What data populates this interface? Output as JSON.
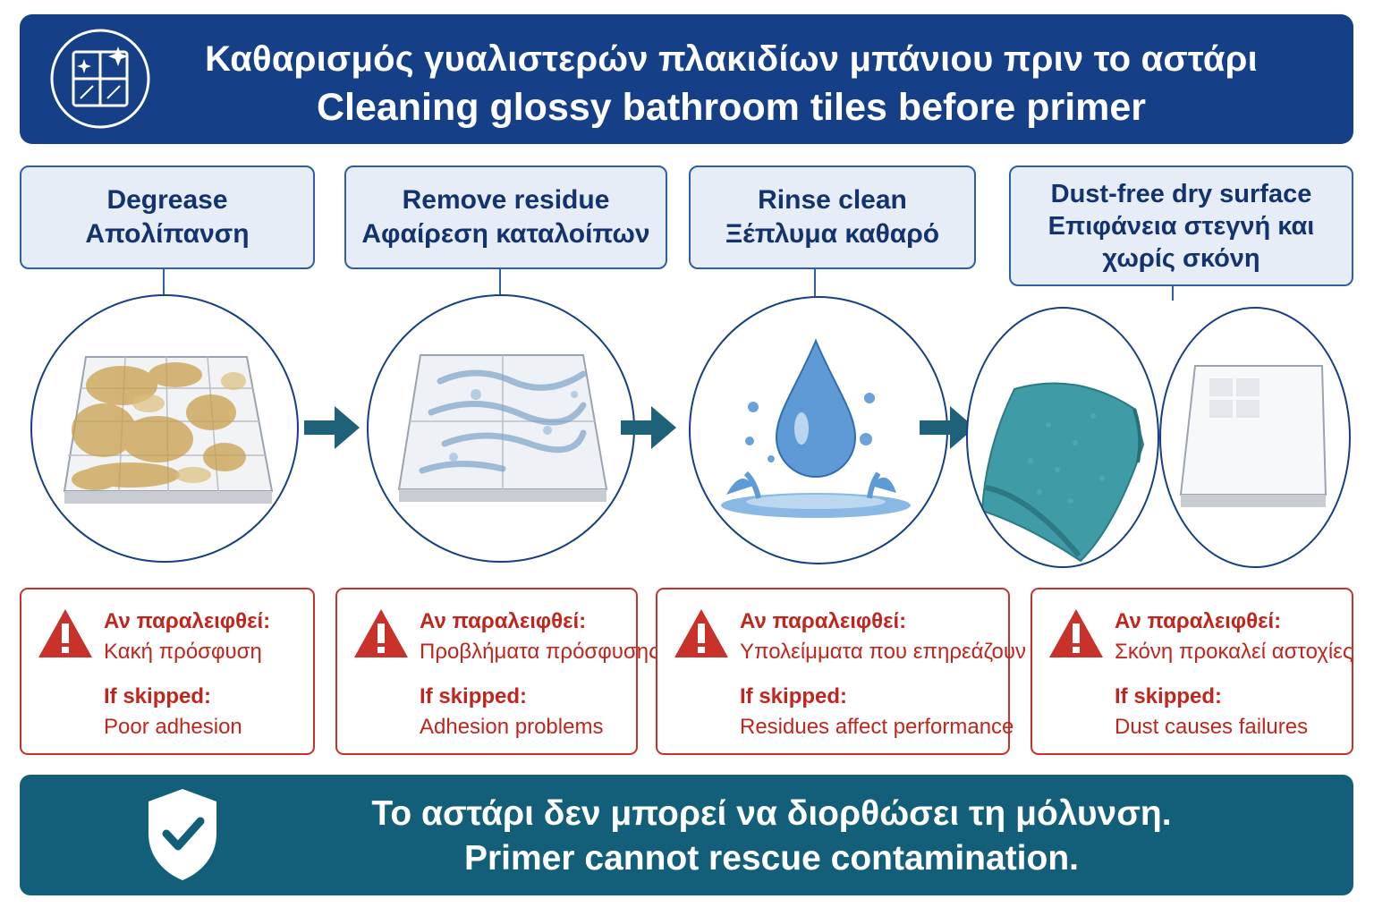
{
  "header": {
    "title_gr": "Καθαρισμός γυαλιστερών πλακιδίων μπάνιου πριν το αστάρι",
    "title_en": "Cleaning glossy bathroom tiles before primer",
    "logo_icon": "tile-sparkle-icon"
  },
  "steps": [
    {
      "en": "Degrease",
      "gr": "Απολίπανση",
      "illustration": "greasy-tile"
    },
    {
      "en": "Remove residue",
      "gr": "Αφαίρεση καταλοίπων",
      "illustration": "residue-tile"
    },
    {
      "en": "Rinse clean",
      "gr": "Ξέπλυμα καθαρό",
      "illustration": "water-drop"
    },
    {
      "en": "Dust-free dry surface",
      "gr_line1": "Επιφάνεια στεγνή και",
      "gr_line2": "χωρίς σκόνη",
      "illustration": "microfiber-cloth-and-clean-tile"
    }
  ],
  "warnings": [
    {
      "label_gr": "Αν παραλειφθεί:",
      "text_gr": "Κακή πρόσφυση",
      "label_en": "If skipped:",
      "text_en": "Poor adhesion"
    },
    {
      "label_gr": "Αν παραλειφθεί:",
      "text_gr": "Προβλήματα πρόσφυσης",
      "label_en": "If skipped:",
      "text_en": "Adhesion problems"
    },
    {
      "label_gr": "Αν παραλειφθεί:",
      "text_gr": "Υπολείμματα που επηρεάζουν",
      "label_en": "If skipped:",
      "text_en": "Residues affect performance"
    },
    {
      "label_gr": "Αν παραλειφθεί:",
      "text_gr": "Σκόνη προκαλεί αστοχίες",
      "label_en": "If skipped:",
      "text_en": "Dust causes failures"
    }
  ],
  "footer": {
    "text_gr": "Το αστάρι δεν μπορεί να διορθώσει τη μόλυνση.",
    "text_en": "Primer cannot rescue contamination.",
    "icon": "shield-check-icon"
  },
  "colors": {
    "header_bg": "#153f86",
    "step_box_bg": "#e6edf7",
    "step_border": "#2c5fa8",
    "arrow": "#1f6178",
    "warning_red": "#c8322a",
    "footer_bg": "#135f79"
  }
}
